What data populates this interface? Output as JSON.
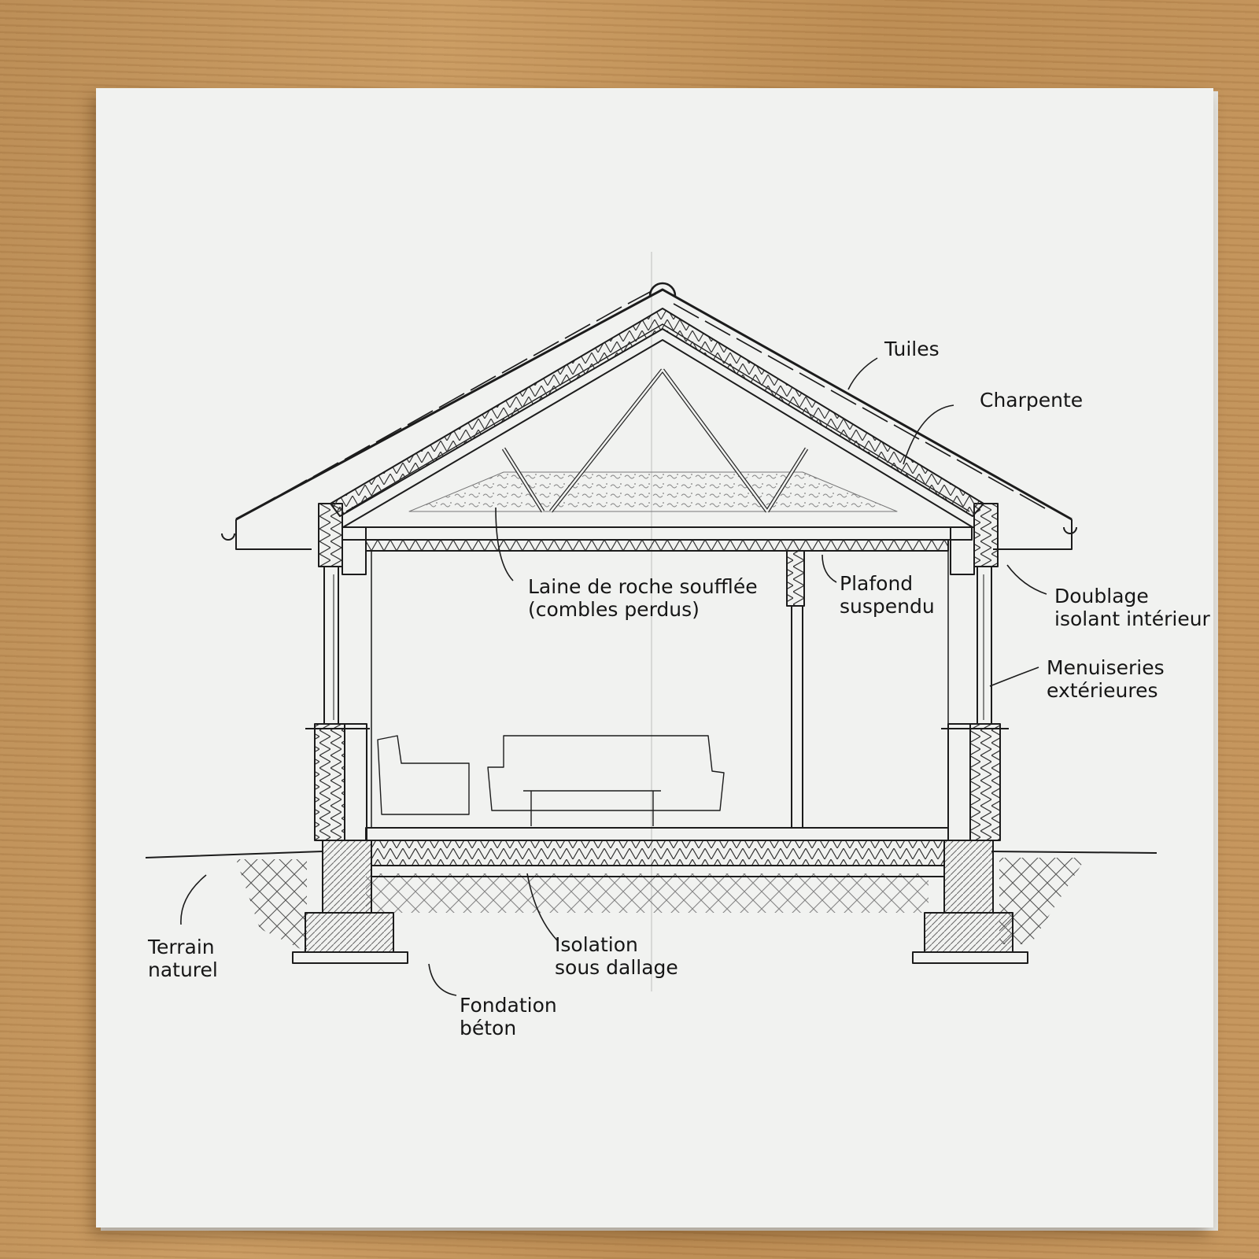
{
  "labels": {
    "tuiles": "Tuiles",
    "charpente": "Charpente",
    "laine_line1": "Laine de roche soufflée",
    "laine_line2": "(combles perdus)",
    "plafond_line1": "Plafond",
    "plafond_line2": "suspendu",
    "doublage_line1": "Doublage",
    "doublage_line2": "isolant intérieur",
    "menuiseries_line1": "Menuiseries",
    "menuiseries_line2": "extérieures",
    "terrain_line1": "Terrain",
    "terrain_line2": "naturel",
    "isolation_line1": "Isolation",
    "isolation_line2": "sous dallage",
    "fondation_line1": "Fondation",
    "fondation_line2": "béton"
  },
  "colors": {
    "ink": "#1c1c1c",
    "paper": "#f1f2f0",
    "table": "#c4945b"
  }
}
